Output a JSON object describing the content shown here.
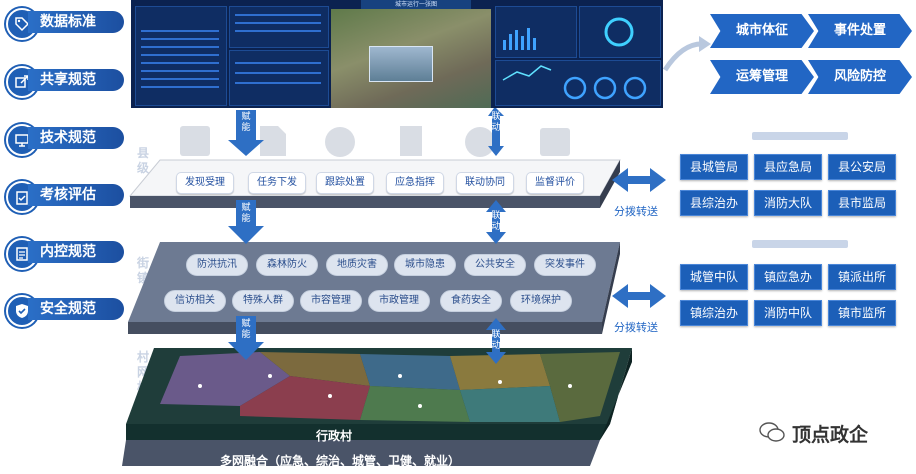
{
  "standards": [
    {
      "label": "数据标准",
      "icon": "tag-icon"
    },
    {
      "label": "共享规范",
      "icon": "share-icon"
    },
    {
      "label": "技术规范",
      "icon": "tools-icon"
    },
    {
      "label": "考核评估",
      "icon": "clipboard-icon"
    },
    {
      "label": "内控规范",
      "icon": "document-icon"
    },
    {
      "label": "安全规范",
      "icon": "shield-icon"
    }
  ],
  "dashboard": {
    "title": "城市运行一张图"
  },
  "top_right": [
    "城市体征",
    "事件处置",
    "运筹管理",
    "风险防控"
  ],
  "county": {
    "label": "县级",
    "functions": [
      "发现受理",
      "任务下发",
      "跟踪处置",
      "应急指挥",
      "联动协同",
      "监督评价"
    ]
  },
  "street": {
    "label": "街镇",
    "items_row1": [
      "防洪抗汛",
      "森林防火",
      "地质灾害",
      "城市隐患",
      "公共安全",
      "突发事件"
    ],
    "items_row2": [
      "信访相关",
      "特殊人群",
      "市容管理",
      "市政管理",
      "食药安全",
      "环境保护"
    ]
  },
  "grid": {
    "label": "村网格",
    "village_label": "行政村",
    "base_label": "多网融合（应急、综治、城管、卫健、就业）"
  },
  "arrows": {
    "empower": "赋能",
    "linkage": "联动",
    "dispatch": "分拨转送"
  },
  "county_depts": [
    "县城管局",
    "县应急局",
    "县公安局",
    "县综治办",
    "消防大队",
    "县市监局"
  ],
  "street_depts": [
    "城管中队",
    "镇应急办",
    "镇派出所",
    "镇综治办",
    "消防中队",
    "镇市监所"
  ],
  "watermark": "顶点政企",
  "colors": {
    "accent": "#1f5fb5",
    "slab": "#4a5468",
    "arrow": "#2e6fc4"
  }
}
